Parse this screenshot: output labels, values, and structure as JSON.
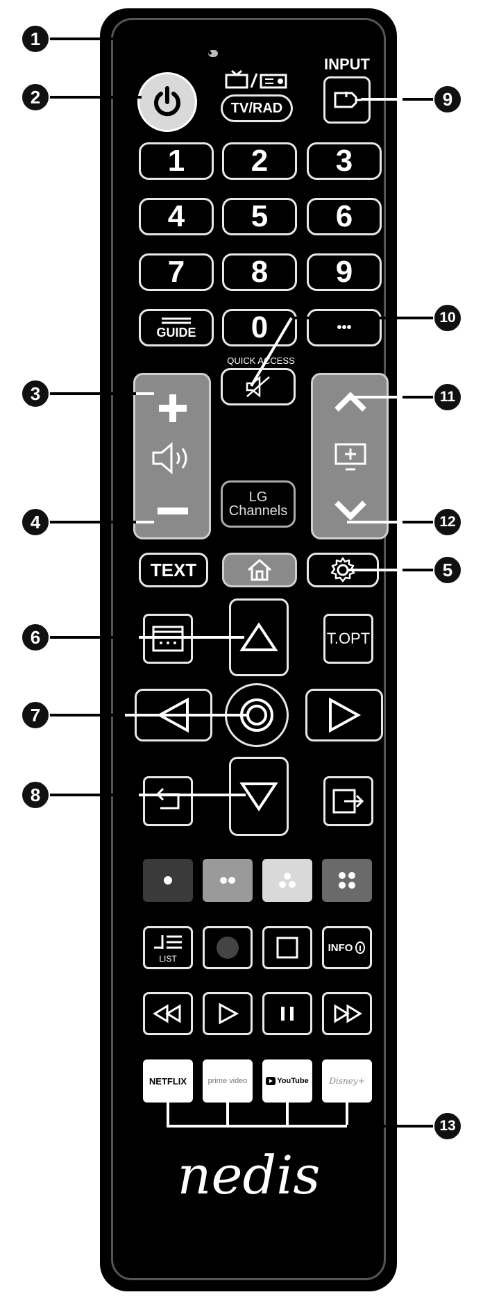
{
  "buttons": {
    "tvrad_label": "TV/RAD",
    "input_label": "INPUT",
    "digits": [
      "1",
      "2",
      "3",
      "4",
      "5",
      "6",
      "7",
      "8",
      "9"
    ],
    "guide_label": "GUIDE",
    "zero_label": "0",
    "more_label": "•••",
    "quick_access_label": "QUICK ACCESS",
    "lg_channels_label": "LG Channels",
    "text_label": "TEXT",
    "topt_label": "T.OPT",
    "list_label": "LIST",
    "info_label": "INFO",
    "netflix_label": "NETFLIX",
    "primevideo_label": "prime video",
    "youtube_label": "YouTube",
    "disney_label": "Disney+"
  },
  "colors": {
    "red": "#3a3a3a",
    "green": "#9a9a9a",
    "yellow": "#d9d9d9",
    "blue": "#6a6a6a"
  },
  "brand": {
    "logo": "nedis"
  },
  "callouts": [
    "1",
    "2",
    "3",
    "4",
    "5",
    "6",
    "7",
    "8",
    "9",
    "10",
    "11",
    "12",
    "13"
  ]
}
